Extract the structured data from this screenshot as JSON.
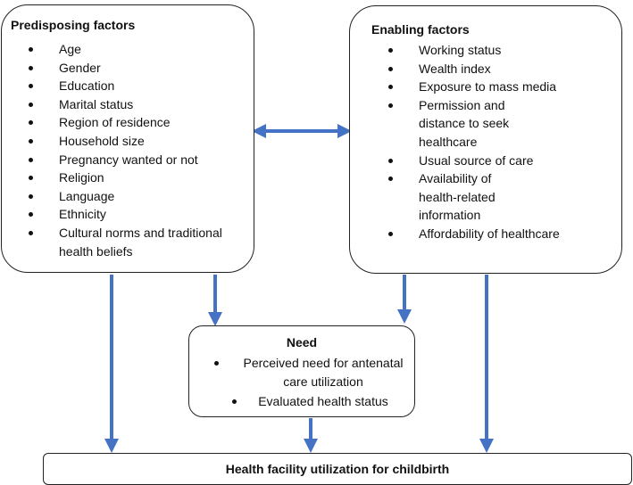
{
  "predisposing": {
    "title": "Predisposing factors",
    "items": [
      "Age",
      "Gender",
      "Education",
      "Marital status",
      "Region of residence",
      "Household size",
      "Pregnancy wanted or not",
      "Religion",
      "Language",
      "Ethnicity",
      "Cultural norms and traditional health beliefs"
    ]
  },
  "enabling": {
    "title": "Enabling factors",
    "items": [
      "Working status",
      "Wealth index",
      "Exposure to mass media",
      "Permission and distance to seek healthcare",
      "Usual source of care",
      "Availability of health-related information",
      "Affordability of healthcare"
    ]
  },
  "need": {
    "title": "Need",
    "items": [
      "Perceived need for antenatal care utilization",
      "Evaluated health status"
    ]
  },
  "outcome": {
    "label": "Health facility utilization for childbirth"
  },
  "colors": {
    "arrow": "#4472C4",
    "border": "#222222"
  }
}
